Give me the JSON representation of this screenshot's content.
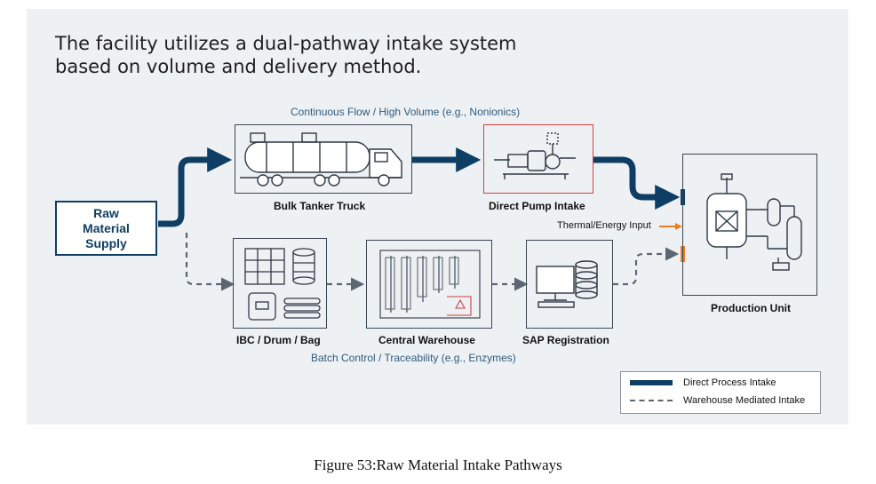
{
  "headline_line1": "The facility utilizes a dual-pathway intake system",
  "headline_line2": "based on volume and delivery method.",
  "top_path_label": "Continuous Flow / High Volume (e.g., Nonionics)",
  "bottom_path_label": "Batch Control / Traceability (e.g., Enzymes)",
  "nodes": {
    "raw_material": "Raw Material Supply",
    "bulk_tanker": "Bulk Tanker Truck",
    "direct_pump": "Direct Pump Intake",
    "ibc_drum_bag": "IBC / Drum / Bag",
    "central_warehouse": "Central Warehouse",
    "sap_registration": "SAP Registration",
    "production_unit": "Production Unit"
  },
  "thermal_input": "Thermal/Energy Input",
  "legend": {
    "direct": "Direct Process Intake",
    "warehouse": "Warehouse Mediated Intake"
  },
  "caption": "Figure 53:Raw Material Intake Pathways",
  "colors": {
    "solid_path": "#0e3e63",
    "dashed_path": "#5b6670",
    "accent_red": "#d04040",
    "thermal_orange": "#ef7d22"
  }
}
